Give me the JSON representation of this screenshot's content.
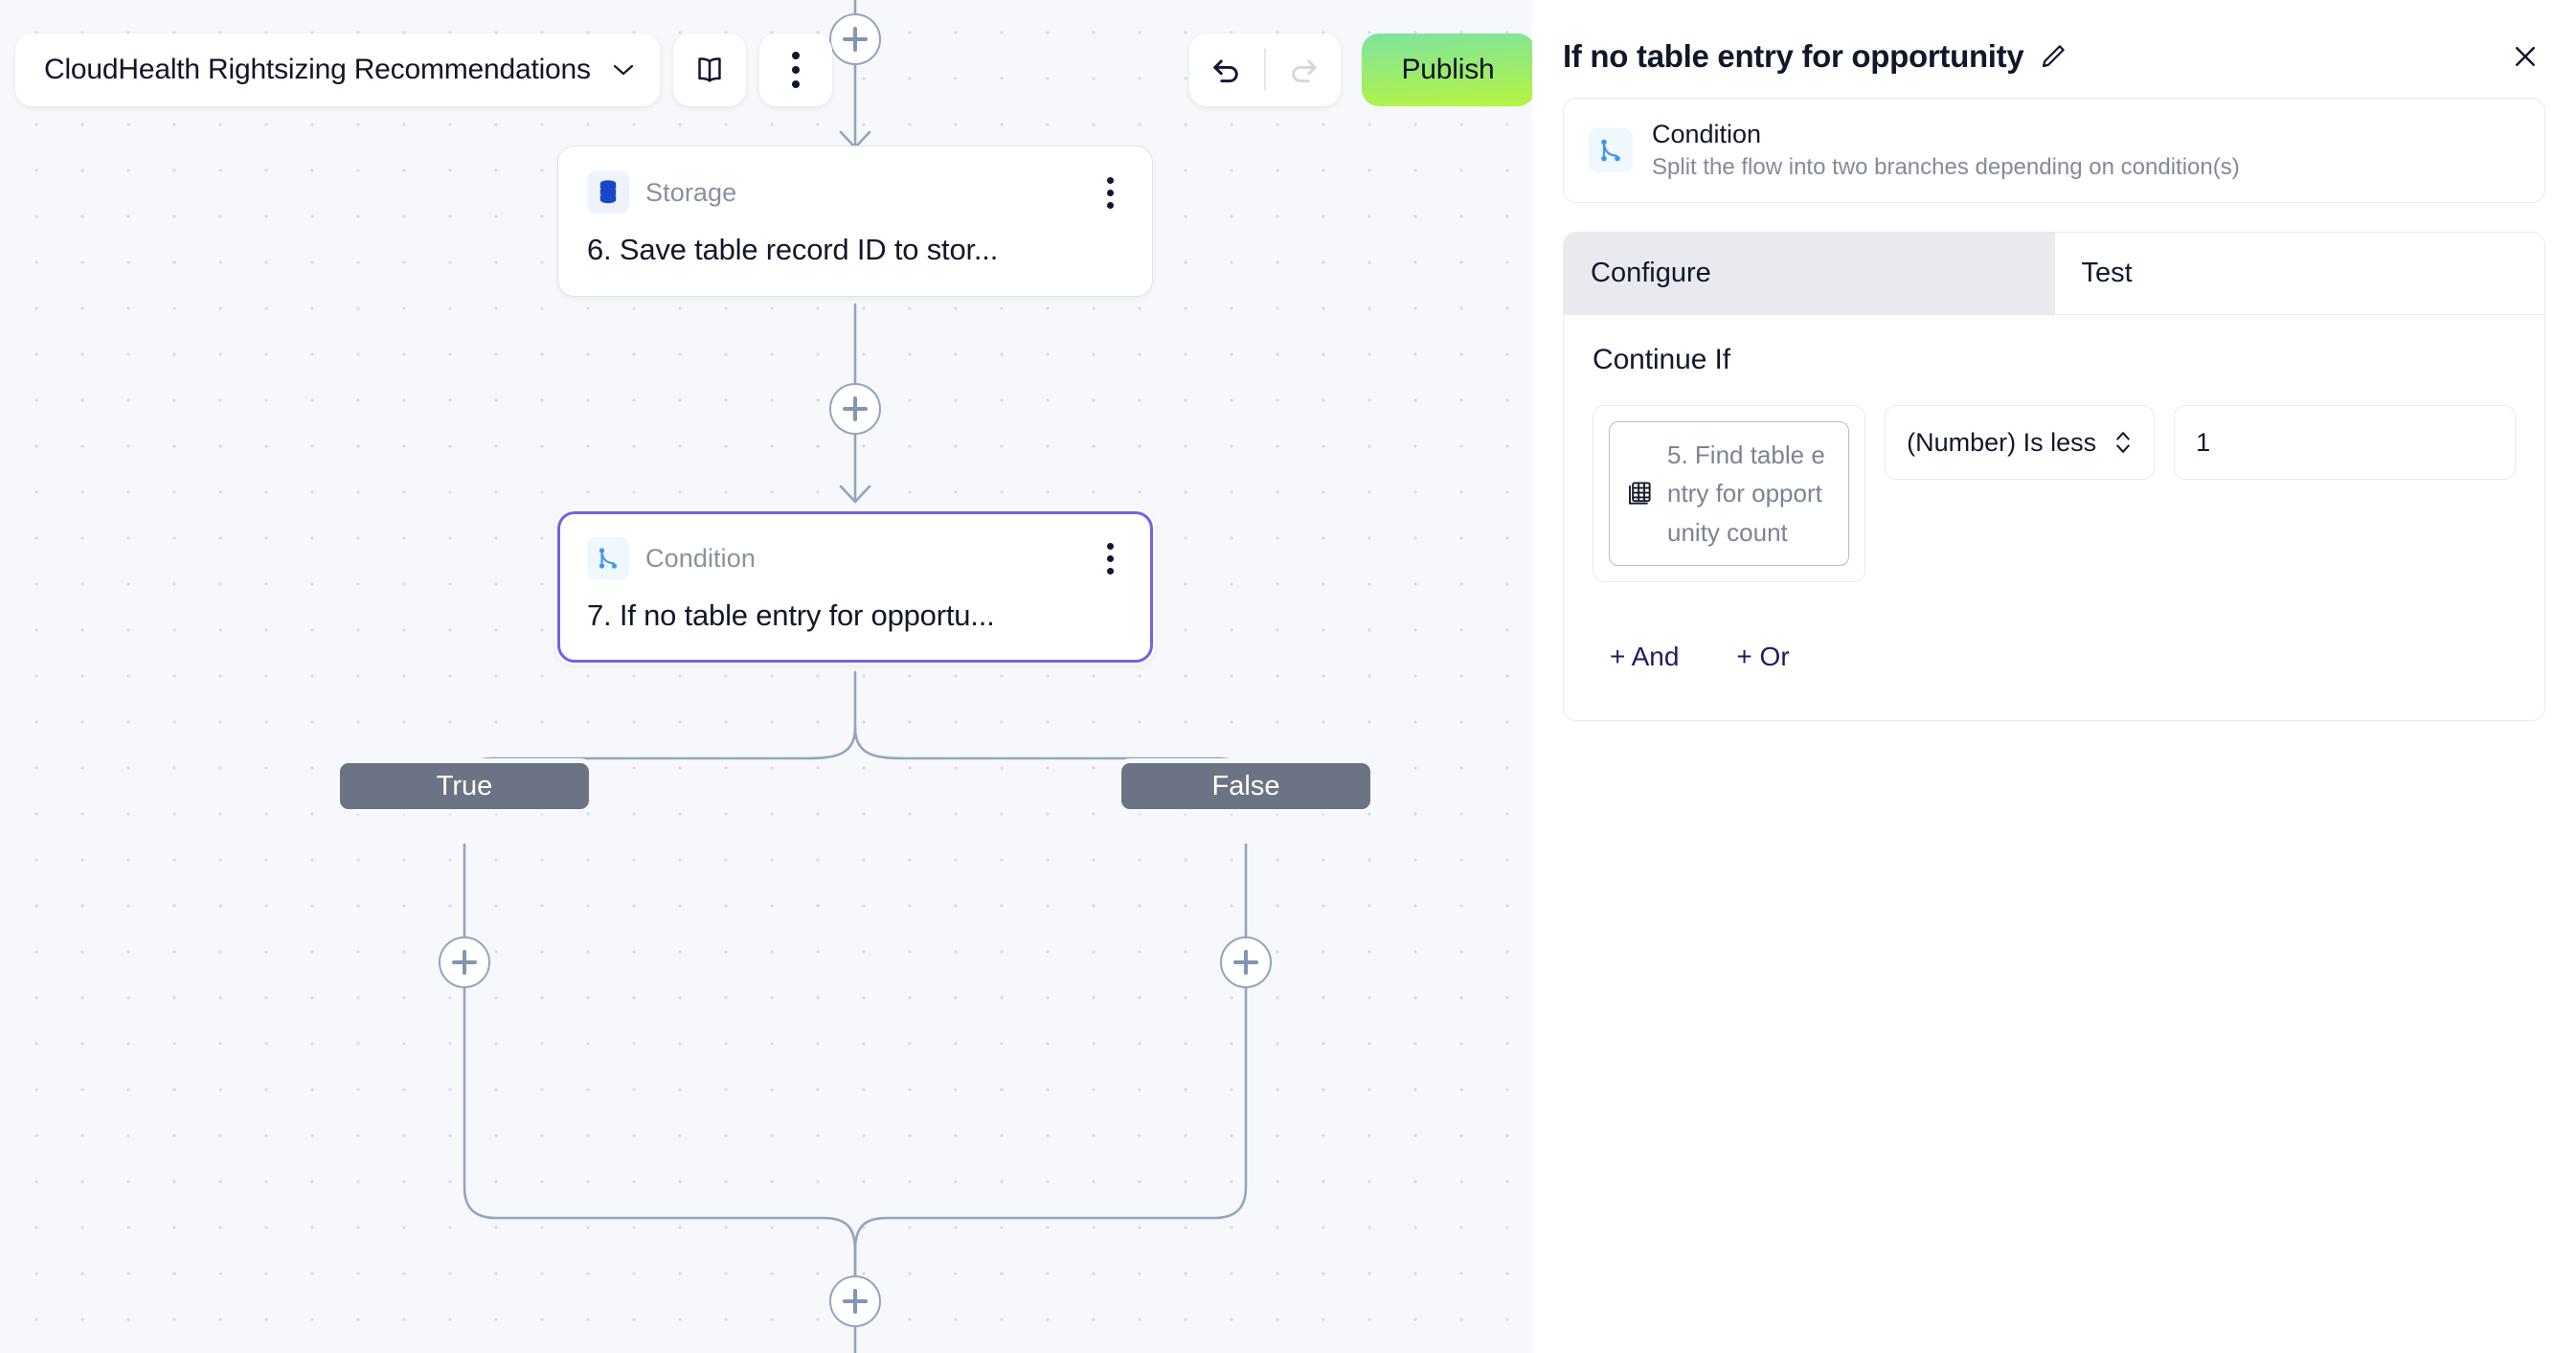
{
  "toolbar": {
    "flow_name": "CloudHealth Rightsizing Recommendations",
    "chevron_icon": "chevron-down-icon",
    "docs_icon": "book-icon",
    "more_icon": "kebab-menu-icon"
  },
  "actions": {
    "undo_icon": "undo-arrow-icon",
    "redo_icon": "redo-arrow-icon",
    "publish_label": "Publish",
    "publish_color": "#b6f43f"
  },
  "canvas": {
    "nodes": [
      {
        "type_label": "Storage",
        "type_icon": "database-icon",
        "title": "6. Save table record ID to stor...",
        "selected": false,
        "kebab_icon": "kebab-menu-icon"
      },
      {
        "type_label": "Condition",
        "type_icon": "branch-icon",
        "title": "7. If no table entry for opportu...",
        "selected": true,
        "selected_color": "#6f63e8",
        "kebab_icon": "kebab-menu-icon"
      }
    ],
    "branches": [
      {
        "label": "True"
      },
      {
        "label": "False"
      }
    ],
    "add_buttons": [
      {
        "name": "add-step-top"
      },
      {
        "name": "add-step-between"
      },
      {
        "name": "add-step-true-branch"
      },
      {
        "name": "add-step-false-branch"
      },
      {
        "name": "add-step-merge"
      }
    ],
    "add_icon": "plus-icon"
  },
  "panel": {
    "title": "If no table entry for opportunity",
    "edit_icon": "pencil-icon",
    "close_icon": "close-icon",
    "node_info": {
      "icon": "branch-icon",
      "name": "Condition",
      "description": "Split the flow into two branches depending on condition(s)"
    },
    "tabs": [
      {
        "label": "Configure",
        "active": true
      },
      {
        "label": "Test",
        "active": false
      }
    ],
    "configure": {
      "section_label": "Continue If",
      "variable_token": {
        "icon": "table-icon",
        "text": "5. Find table entry for opportunity count"
      },
      "operator": {
        "value": "(Number) Is less",
        "chevron_icon": "chevron-updown-icon"
      },
      "value_field": {
        "value": "1",
        "placeholder": ""
      },
      "logic_buttons": [
        {
          "label": "+ And"
        },
        {
          "label": "+ Or"
        }
      ]
    }
  }
}
